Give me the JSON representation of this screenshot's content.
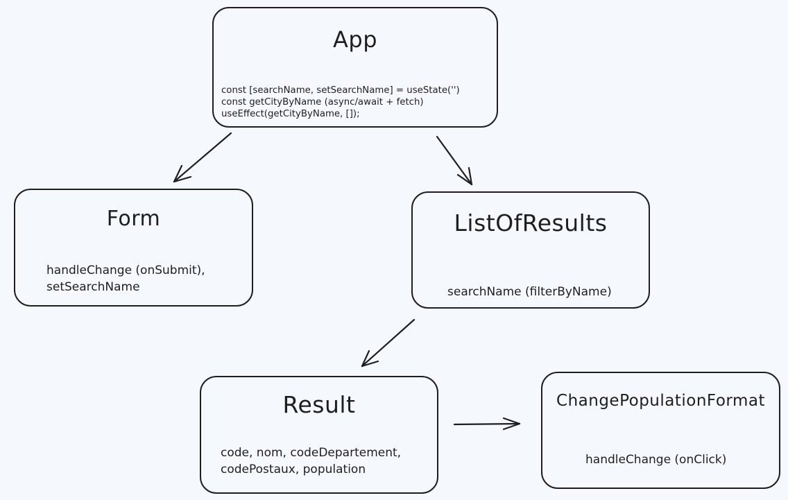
{
  "nodes": {
    "app": {
      "title": "App",
      "lines": [
        "const [searchName, setSearchName] = useState('')",
        "const getCityByName (async/await + fetch)",
        "useEffect(getCityByName, []);"
      ]
    },
    "form": {
      "title": "Form",
      "lines": [
        "handleChange (onSubmit),",
        "setSearchName"
      ]
    },
    "list_of_results": {
      "title": "ListOfResults",
      "lines": [
        "searchName (filterByName)"
      ]
    },
    "result": {
      "title": "Result",
      "lines": [
        "code, nom, codeDepartement,",
        "codePostaux, population"
      ]
    },
    "change_population_format": {
      "title": "ChangePopulationFormat",
      "lines": [
        "handleChange (onClick)"
      ]
    }
  },
  "edges": [
    {
      "from": "app",
      "to": "form"
    },
    {
      "from": "app",
      "to": "list_of_results"
    },
    {
      "from": "list_of_results",
      "to": "result"
    },
    {
      "from": "result",
      "to": "change_population_format"
    }
  ],
  "colors": {
    "background": "#f5f9fd",
    "stroke": "#1e1e1e"
  }
}
